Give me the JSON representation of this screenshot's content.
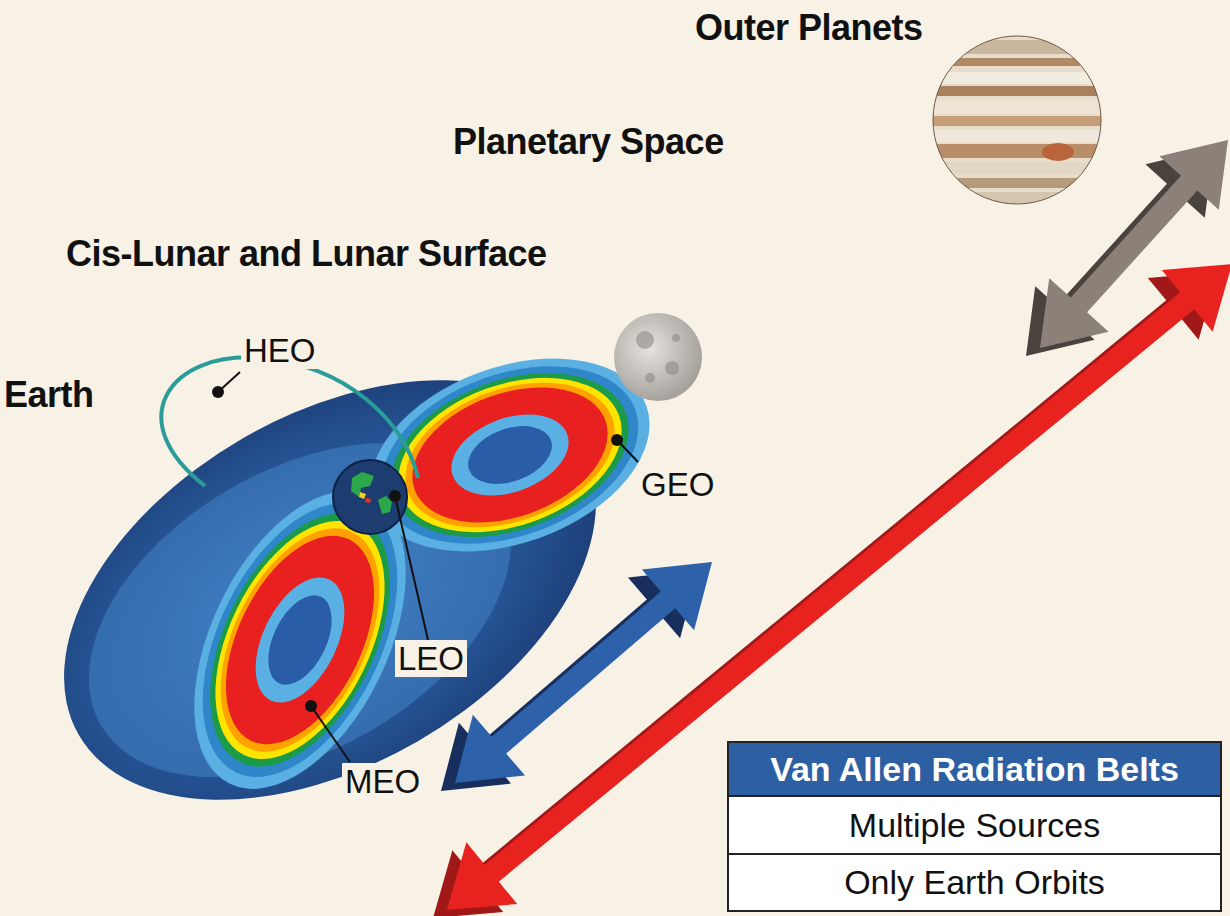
{
  "diagram": {
    "nodes": [
      {
        "text": [
          "Van Allen Radiation Belts"
        ]
      },
      {
        "text": [
          "Multiple Sources"
        ]
      },
      {
        "text": [
          "Only Earth Orbits"
        ]
      }
    ],
    "labels": [
      "Outer Planets",
      "Planetary Space",
      "Cis-Lunar and Lunar Surface",
      "Earth",
      "HEO",
      "GEO",
      "LEO",
      "MEO"
    ]
  }
}
